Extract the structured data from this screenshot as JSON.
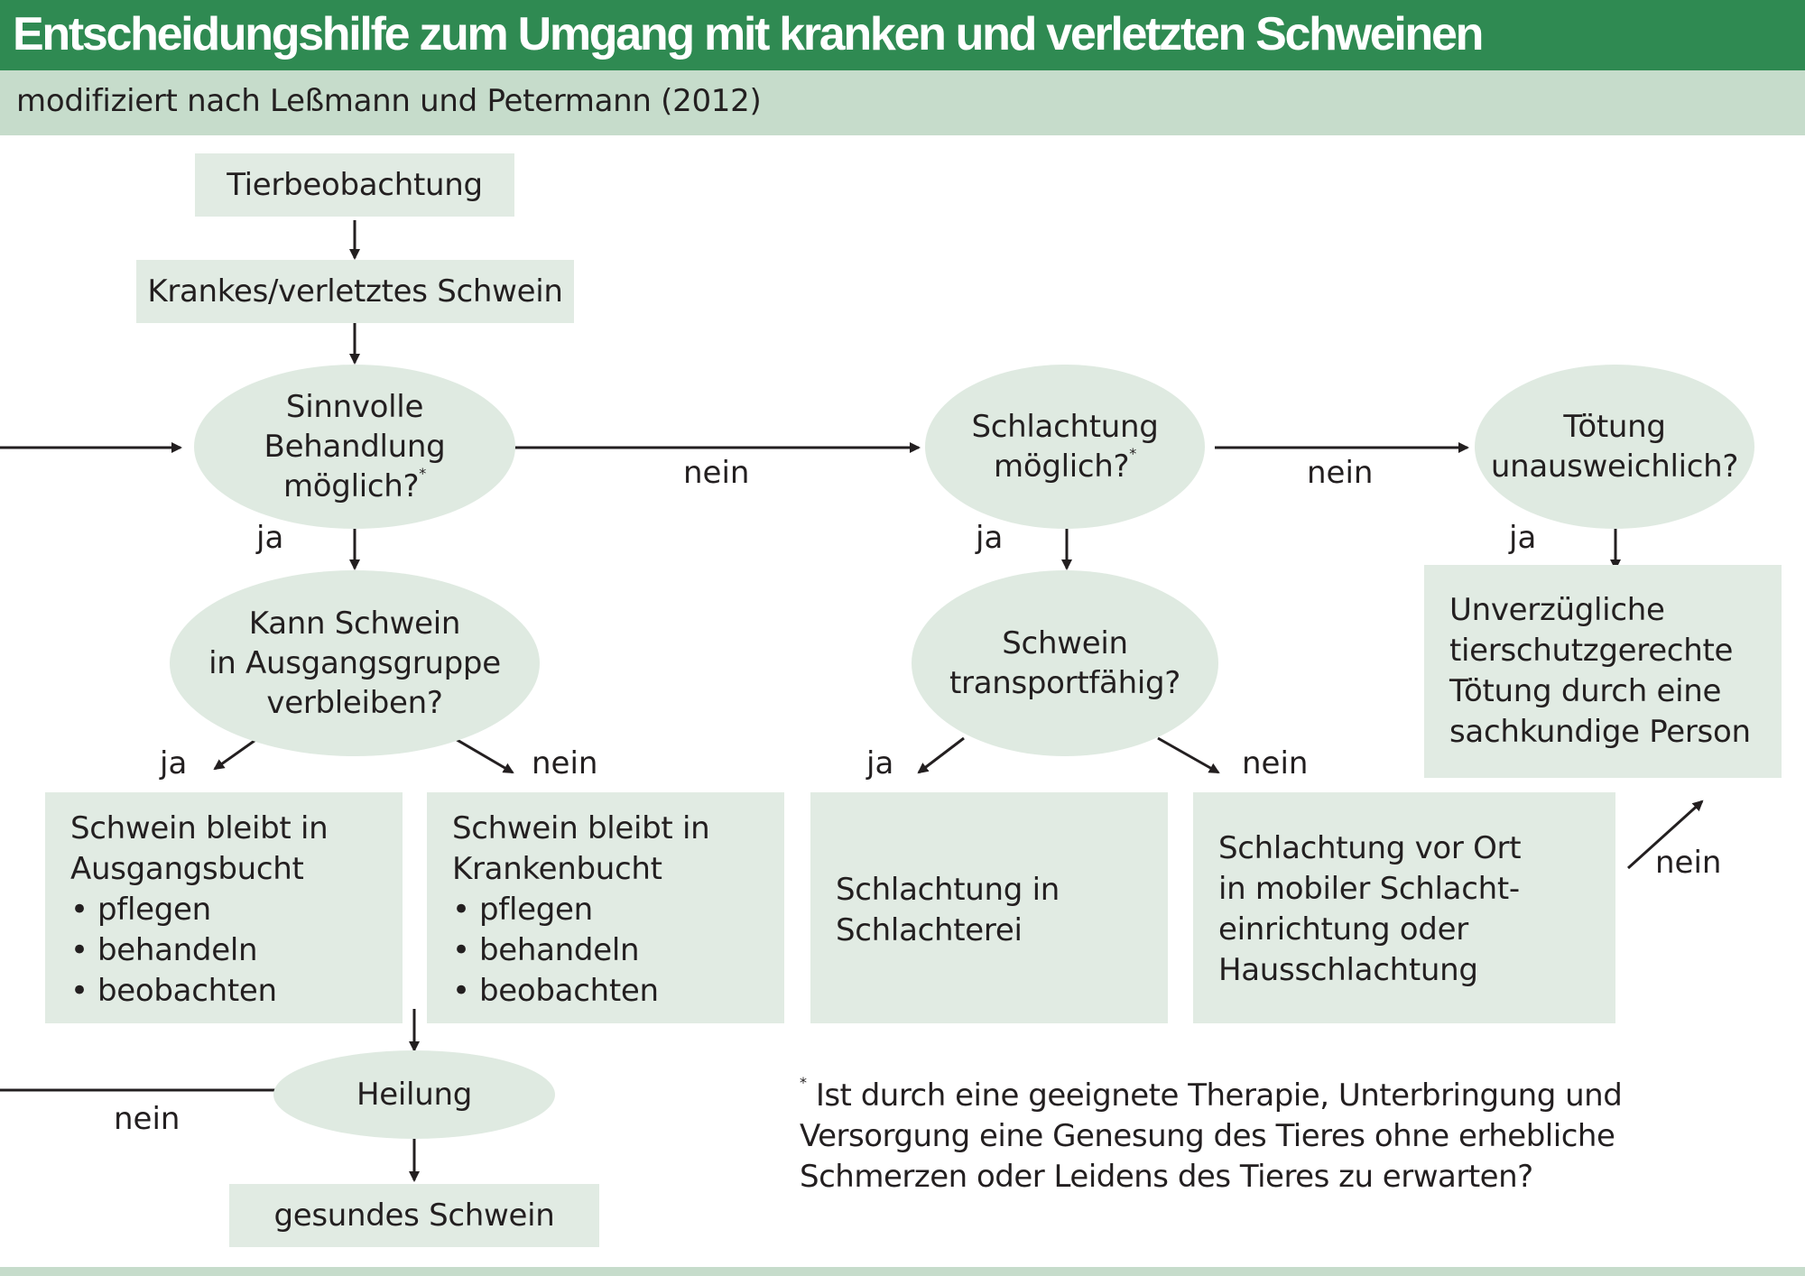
{
  "header": {
    "title": "Entscheidungshilfe zum Umgang mit kranken und verletzten Schweinen",
    "subtitle": "modifiziert nach Leßmann und Petermann (2012)"
  },
  "nodes": {
    "observation": "Tierbeobachtung",
    "sick_pig": "Krankes/verletztes Schwein",
    "treatment_q": [
      "Sinnvolle",
      "Behandlung",
      "möglich?"
    ],
    "stay_group_q": [
      "Kann Schwein",
      "in Ausgangsgruppe",
      "verbleiben?"
    ],
    "stay_original": {
      "heading": [
        "Schwein bleibt in",
        "Ausgangsbucht"
      ],
      "items": [
        "pflegen",
        "behandeln",
        "beobachten"
      ]
    },
    "stay_sick_pen": {
      "heading": [
        "Schwein bleibt in",
        "Krankenbucht"
      ],
      "items": [
        "pflegen",
        "behandeln",
        "beobachten"
      ]
    },
    "healing": "Heilung",
    "healthy_pig": "gesundes Schwein",
    "slaughter_q": [
      "Schlachtung",
      "möglich?"
    ],
    "transport_q": [
      "Schwein",
      "transportfähig?"
    ],
    "slaughterhouse": [
      "Schlachtung in",
      "Schlachterei"
    ],
    "onsite_slaughter": [
      "Schlachtung vor Ort",
      "in mobiler Schlacht-",
      "einrichtung oder",
      "Hausschlachtung"
    ],
    "killing_q": [
      "Tötung",
      "unausweichlich?"
    ],
    "killing": [
      "Unverzügliche",
      "tierschutzgerechte",
      "Tötung durch eine",
      "sachkundige Person"
    ]
  },
  "edge_labels": {
    "yes": "ja",
    "no": "nein"
  },
  "footnote": {
    "marker": "*",
    "lines": [
      "Ist durch eine geeignete Therapie, Unterbringung und",
      "Versorgung eine Genesung des Tieres ohne erhebliche",
      "Schmerzen oder Leidens des Tieres zu erwarten?"
    ]
  },
  "colors": {
    "header_green": "#2f8a52",
    "subheader_green": "#c6dccb",
    "box_fill": "#e1ebe3",
    "line": "#231f20"
  }
}
